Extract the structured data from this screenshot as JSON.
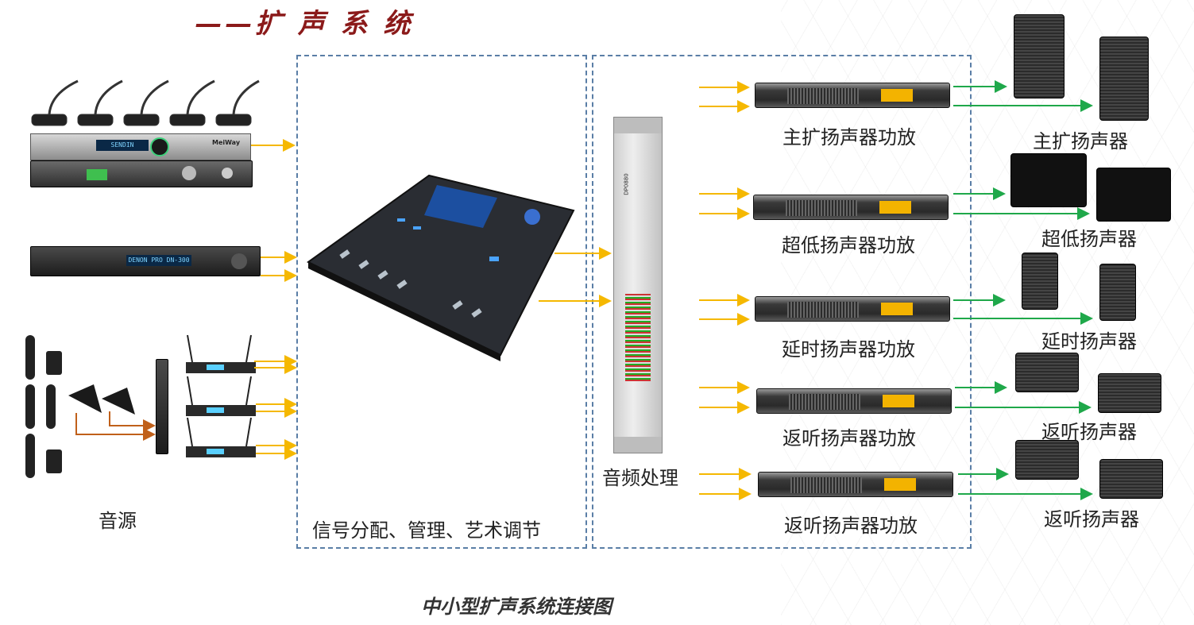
{
  "title": "——扩 声 系 统",
  "labels": {
    "source": "音源",
    "mixer_box": "信号分配、管理、艺术调节",
    "processor": "音频处理",
    "caption": "中小型扩声系统连接图"
  },
  "amplifiers": [
    {
      "label": "主扩扬声器功放"
    },
    {
      "label": "超低扬声器功放"
    },
    {
      "label": "延时扬声器功放"
    },
    {
      "label": "返听扬声器功放"
    },
    {
      "label": "返听扬声器功放"
    }
  ],
  "speakers": [
    {
      "label": "主扩扬声器"
    },
    {
      "label": "超低扬声器"
    },
    {
      "label": "延时扬声器"
    },
    {
      "label": "返听扬声器"
    },
    {
      "label": "返听扬声器"
    }
  ],
  "devices": {
    "conf_host_display": "SENDIN",
    "player_display": "DENON PRO DN-300",
    "brand": "MeiWay",
    "processor_model": "DP0880"
  },
  "colors": {
    "title": "#8b1a1a",
    "dash_border": "#5a7ea6",
    "input_arrow": "#f5b800",
    "speaker_arrow": "#1fa84a",
    "wireless_cable": "#c0601a"
  }
}
